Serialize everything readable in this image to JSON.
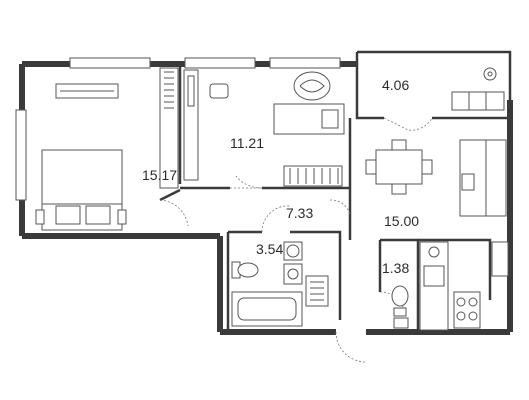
{
  "rooms": [
    {
      "id": "bedroom-large",
      "area": "15.17"
    },
    {
      "id": "bedroom-small",
      "area": "11.21"
    },
    {
      "id": "hallway",
      "area": "7.33"
    },
    {
      "id": "bathroom",
      "area": "3.54"
    },
    {
      "id": "wc",
      "area": "1.38"
    },
    {
      "id": "kitchen-living",
      "area": "15.00"
    },
    {
      "id": "balcony",
      "area": "4.06"
    }
  ]
}
